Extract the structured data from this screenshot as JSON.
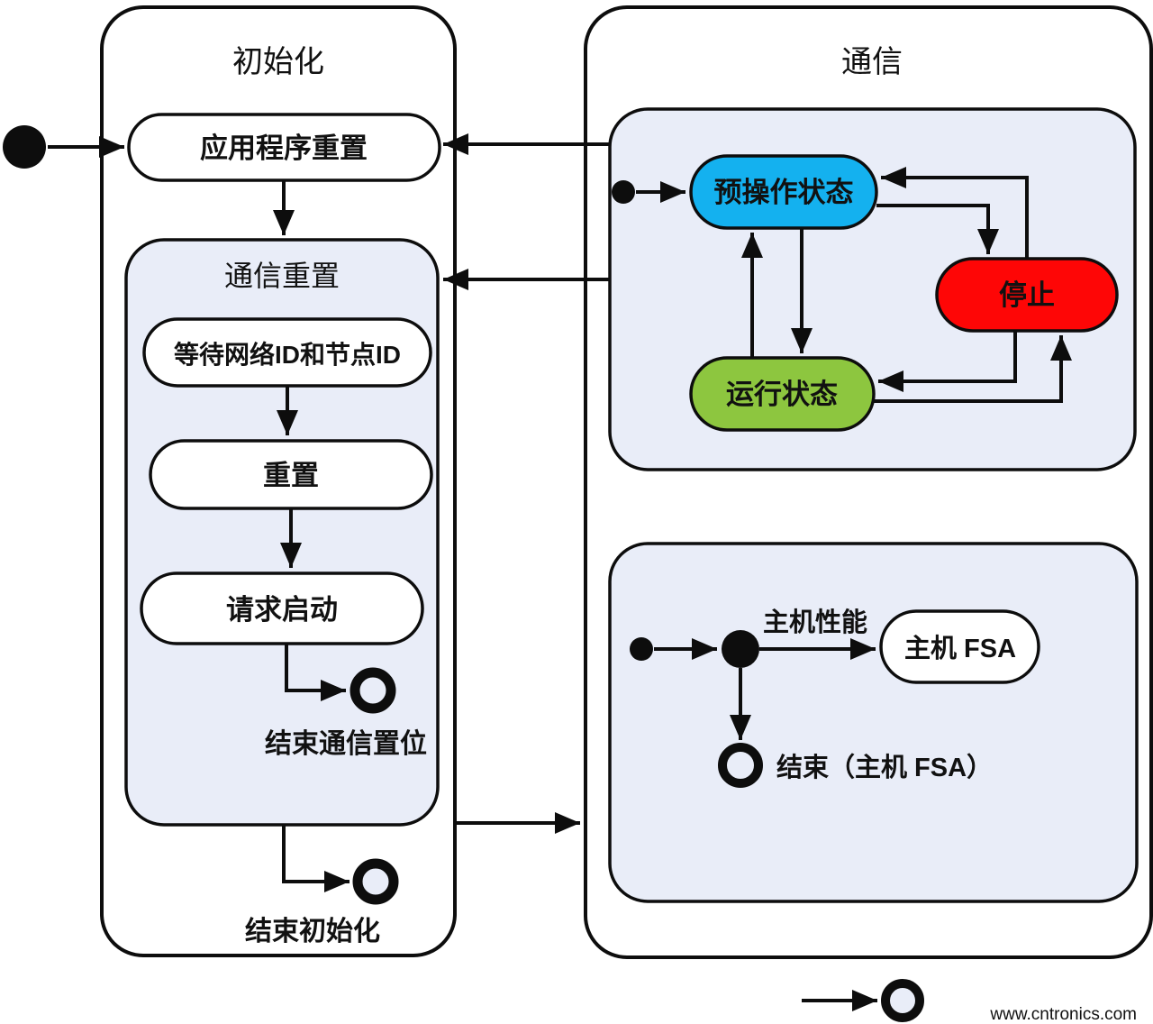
{
  "diagram": {
    "type": "state-machine",
    "panels": {
      "init": {
        "title": "初始化"
      },
      "comm": {
        "title": "通信"
      }
    },
    "states": {
      "app_reset": {
        "label": "应用程序重置"
      },
      "comm_reset": {
        "label": "通信重置"
      },
      "wait_ids": {
        "label": "等待网络ID和节点ID"
      },
      "reset": {
        "label": "重置"
      },
      "request_start": {
        "label": "请求启动"
      },
      "preoperational": {
        "label": "预操作状态"
      },
      "stopped": {
        "label": "停止"
      },
      "operational": {
        "label": "运行状态"
      },
      "host_fsa": {
        "label": "主机 FSA"
      }
    },
    "final_states": {
      "end_comm_set": {
        "label": "结束通信置位"
      },
      "end_init": {
        "label": "结束初始化"
      },
      "end_host_fsa": {
        "label": "结束（主机 FSA）"
      }
    },
    "transitions": {
      "host_perf": {
        "label": "主机性能"
      }
    },
    "colors": {
      "container_fill": "#e9edf8",
      "panel_fill": "#ffffff",
      "preoperational_fill": "#14b1ef",
      "preoperational_text": "#17406f",
      "stopped_fill": "#fe0606",
      "stopped_text": "#8c1a12",
      "operational_fill": "#8dc63f",
      "operational_text": "#3b7a1e",
      "line": "#0d0d0d",
      "watermark_text": "#b2d8aa"
    },
    "watermark": "www.cntronics.com"
  }
}
